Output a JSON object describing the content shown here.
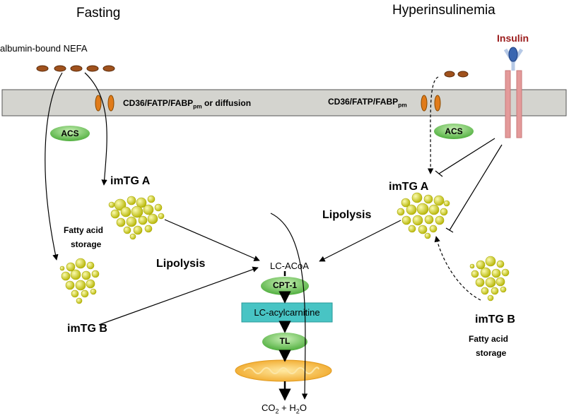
{
  "headings": {
    "fasting": "Fasting",
    "hyperinsulinemia": "Hyperinsulinemia"
  },
  "labels": {
    "albumin_nefa": "albumin-bound NEFA",
    "insulin": "Insulin",
    "transport_left": "CD36/FATP/FABP",
    "transport_left_sub": "pm",
    "transport_left_suffix": " or diffusion",
    "transport_right": "CD36/FATP/FABP",
    "transport_right_sub": "pm",
    "acs_left": "ACS",
    "acs_right": "ACS",
    "imtg_a_left": "imTG A",
    "imtg_a_right": "imTG A",
    "imtg_b_left": "imTG B",
    "imtg_b_right": "imTG B",
    "fatty_acid_storage_left_1": "Fatty acid",
    "fatty_acid_storage_left_2": "storage",
    "fatty_acid_storage_right_1": "Fatty acid",
    "fatty_acid_storage_right_2": "storage",
    "lipolysis_left": "Lipolysis",
    "lipolysis_right": "Lipolysis",
    "lc_acoa": "LC-ACoA",
    "cpt1": "CPT-1",
    "lc_acylcarnitine": "LC-acylcarnitine",
    "tl": "TL",
    "co2_h2o_a": "CO",
    "co2_h2o_sub1": "2",
    "co2_h2o_b": " + H",
    "co2_h2o_sub2": "2",
    "co2_h2o_c": "O"
  },
  "colors": {
    "membrane": "#d4d4cf",
    "nefa": "#a0521d",
    "transporter": "#e07b1a",
    "acs": "#7dcf6a",
    "droplet": "#d7d61a",
    "acylcarnitine_box": "#48c4c4",
    "mitochondrion": "#f5b63a",
    "receptor": "#e49a9a",
    "insulin_blob": "#3a66b0"
  }
}
